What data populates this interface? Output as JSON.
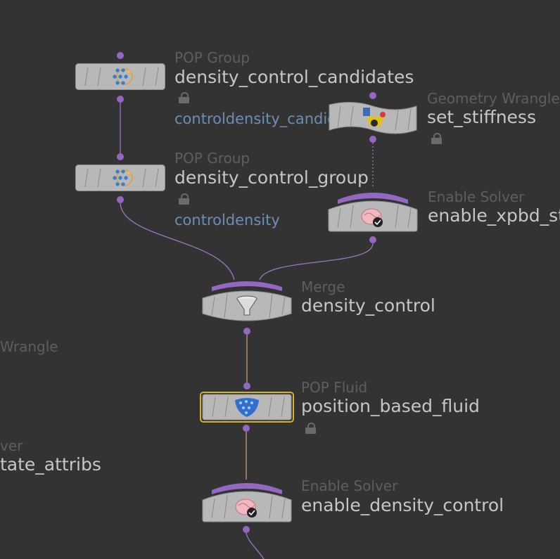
{
  "nodes": {
    "density_control_candidates": {
      "type": "POP Group",
      "name": "density_control_candidates",
      "group": "controldensity_candidate"
    },
    "density_control_group": {
      "type": "POP Group",
      "name": "density_control_group",
      "group": "controldensity"
    },
    "set_stiffness": {
      "type": "Geometry Wrangle",
      "name": "set_stiffness"
    },
    "enable_xpbd": {
      "type": "Enable Solver",
      "name": "enable_xpbd_st"
    },
    "density_control": {
      "type": "Merge",
      "name": "density_control"
    },
    "position_based_fluid": {
      "type": "POP Fluid",
      "name": "position_based_fluid"
    },
    "enable_density_control": {
      "type": "Enable Solver",
      "name": "enable_density_control"
    },
    "left_wrangle": {
      "type": "Wrangle"
    },
    "left_solver": {
      "type": "ver",
      "name": "tate_attribs"
    }
  },
  "colors": {
    "background": "#333333",
    "port": "#9467c0",
    "node_body": "#b8b8b8",
    "selected_outline": "#d4b22a",
    "group_text": "#6d8db4",
    "wire": "#9d76c4",
    "wire_selected": "#c09a7a"
  },
  "icons": {
    "pop_group": "particle-group-icon",
    "geometry_wrangle": "wrangle-icon",
    "enable_solver": "brain-check-icon",
    "merge": "funnel-icon",
    "pop_fluid": "fluid-blob-icon",
    "lock": "lock-icon"
  }
}
